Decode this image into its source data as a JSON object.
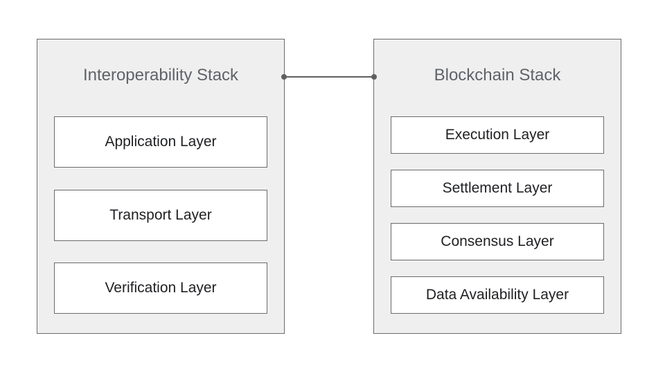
{
  "diagram": {
    "left_stack": {
      "title": "Interoperability Stack",
      "layers": [
        {
          "label": "Application Layer"
        },
        {
          "label": "Transport Layer"
        },
        {
          "label": "Verification Layer"
        }
      ]
    },
    "right_stack": {
      "title": "Blockchain Stack",
      "layers": [
        {
          "label": "Execution Layer"
        },
        {
          "label": "Settlement Layer"
        },
        {
          "label": "Consensus Layer"
        },
        {
          "label": "Data Availability Layer"
        }
      ]
    },
    "colors": {
      "panel_fill": "#efefef",
      "panel_border": "#6b6b6b",
      "layer_fill": "#ffffff",
      "title_text": "#5f6368",
      "layer_text": "#202124",
      "connector": "#5f5f5f"
    }
  }
}
